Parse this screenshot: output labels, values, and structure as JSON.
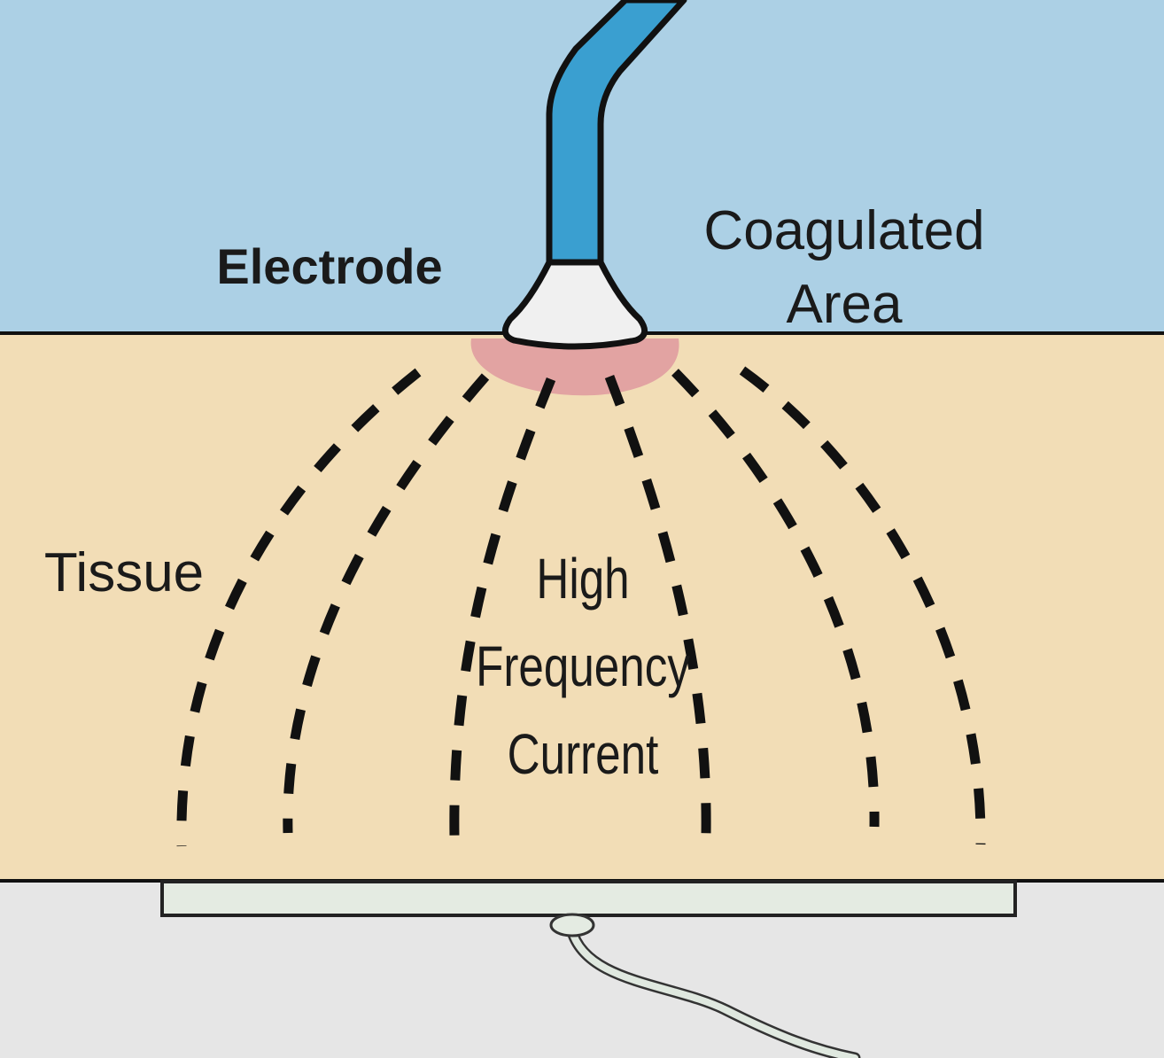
{
  "labels": {
    "electrode": "Electrode",
    "coagulated_line1": "Coagulated",
    "coagulated_line2": "Area",
    "tissue": "Tissue",
    "current_line1": "High",
    "current_line2": "Frequency",
    "current_line3": "Current"
  },
  "colors": {
    "air": "#acd0e5",
    "tissue": "#f2ddb6",
    "table": "#e6e6e6",
    "electrode_shaft": "#3a9fd0",
    "electrode_tip": "#f0f0f0",
    "coagulated_area": "#e2a3a2",
    "current_lines": "#111111",
    "return_plate": "#e4ebe2",
    "return_cable": "#dfe8df"
  },
  "icons": {
    "electrode": "electrode-probe-icon",
    "return_plate": "return-electrode-plate-icon"
  }
}
